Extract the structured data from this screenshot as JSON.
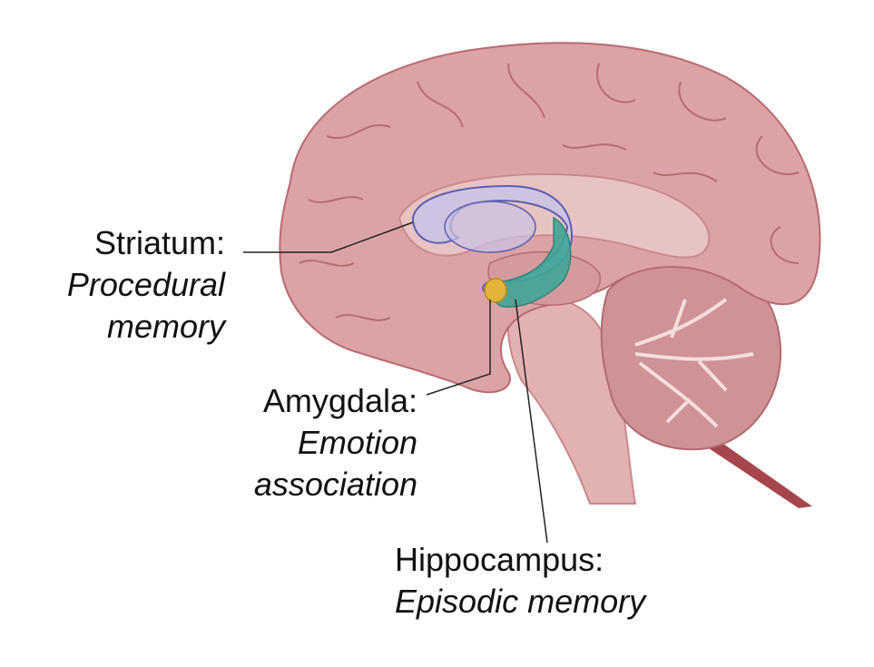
{
  "labels": {
    "striatum": {
      "title": "Striatum:",
      "desc_line1": "Procedural",
      "desc_line2": "memory"
    },
    "amygdala": {
      "title": "Amygdala:",
      "desc_line1": "Emotion",
      "desc_line2": "association"
    },
    "hippocampus": {
      "title": "Hippocampus:",
      "desc_line1": "Episodic memory"
    }
  },
  "colors": {
    "cortex": "#dca3a6",
    "cortex_outline": "#b86a70",
    "inner": "#e8c3c3",
    "brainstem": "#e2b2b2",
    "cerebellum": "#c98a8e",
    "spinal_cord": "#a5464e",
    "striatum": "#c9c3e6",
    "striatum_outline": "#5b5fb0",
    "hippocampus": "#3fa596",
    "amygdala": "#e2b43a",
    "leader_line": "#222222"
  }
}
